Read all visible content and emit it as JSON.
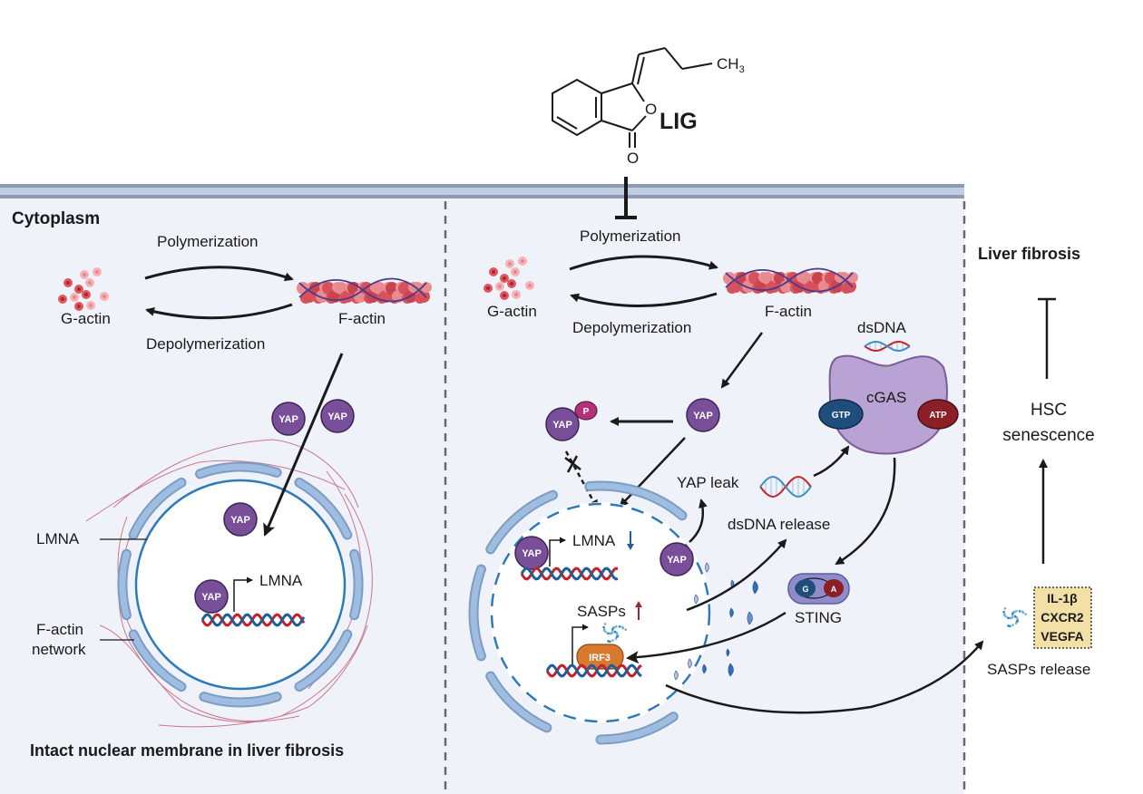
{
  "compound": {
    "name": "LIG",
    "substituent": "CH",
    "substituent_sub": "3",
    "ring_o": "O",
    "carbonyl_o": "O"
  },
  "left_panel": {
    "region_label": "Cytoplasm",
    "polymerization": "Polymerization",
    "depolymerization": "Depolymerization",
    "g_actin": "G-actin",
    "f_actin": "F-actin",
    "yap": "YAP",
    "lmna_label": "LMNA",
    "lmna_gene": "LMNA",
    "factin_network_line1": "F-actin",
    "factin_network_line2": "network",
    "caption": "Intact nuclear membrane in liver fibrosis"
  },
  "middle_panel": {
    "polymerization": "Polymerization",
    "depolymerization": "Depolymerization",
    "g_actin": "G-actin",
    "f_actin": "F-actin",
    "yap": "YAP",
    "phospho": "P",
    "lmna_gene": "LMNA",
    "lmna_trend": "down",
    "yap_leak": "YAP leak",
    "dsdna_release": "dsDNA release",
    "dsdna": "dsDNA",
    "cgas": "cGAS",
    "gtp": "GTP",
    "atp": "ATP",
    "sting": "STING",
    "sting_g": "G",
    "sting_a": "A",
    "sasps": "SASPs",
    "sasps_trend": "up",
    "irf3": "IRF3"
  },
  "right_panel": {
    "liver_fibrosis": "Liver fibrosis",
    "hsc_line1": "HSC",
    "hsc_line2": "senescence",
    "sasp_factors": [
      "IL-1β",
      "CXCR2",
      "VEGFA"
    ],
    "sasps_release": "SASPs release"
  },
  "colors": {
    "cytoplasm_bg": "#eff3f9",
    "membrane_dark": "#8e9bb0",
    "membrane_light": "#bfcde3",
    "yap": "#7a4f9a",
    "phospho": "#b5307a",
    "cgas": "#b9a3d4",
    "gtp": "#1f4e7d",
    "atp": "#8c1f26",
    "irf3": "#d9792f",
    "lamina": "#9fbde0",
    "nuclear_envelope": "#2e7ab8",
    "dna_red": "#c4232b",
    "dna_blue": "#1f5f99",
    "sasp_box": "#f3e0a6",
    "factin_fiber": "#c24b6a"
  }
}
